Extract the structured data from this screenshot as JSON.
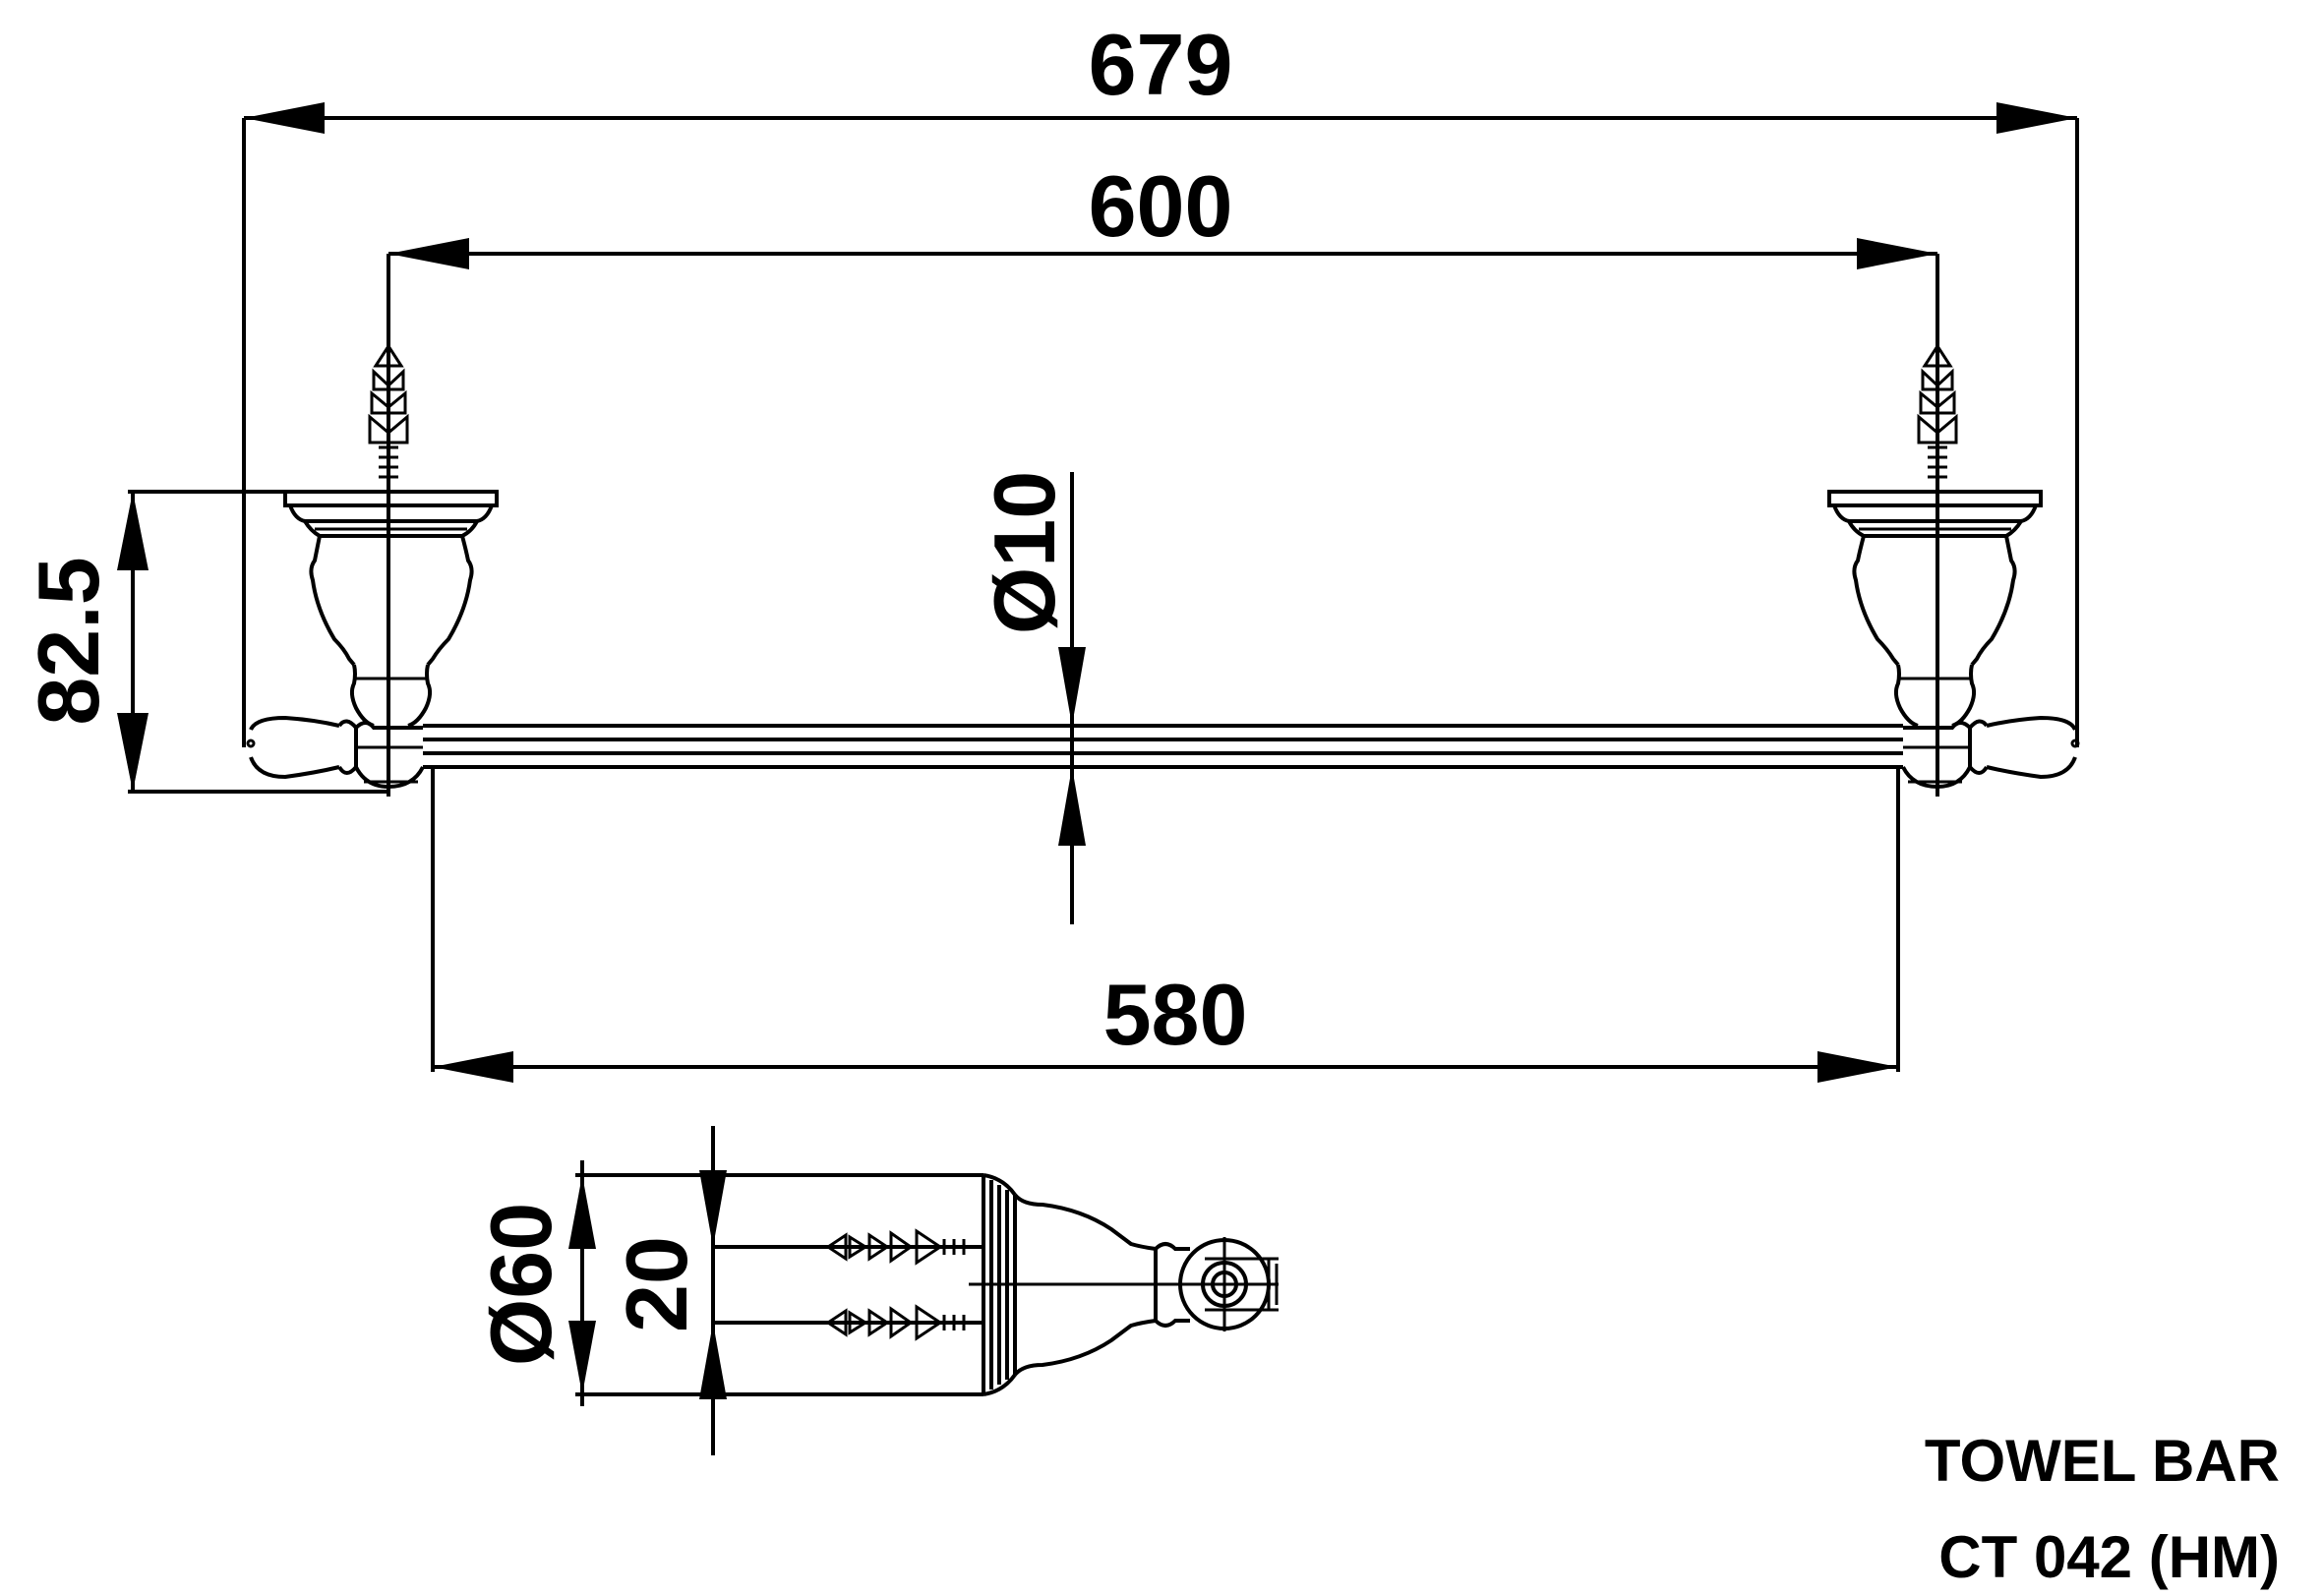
{
  "dimensions": {
    "overall_length": "679",
    "center_distance": "600",
    "bar_length": "580",
    "bar_diameter": "Ø10",
    "projection": "82.5",
    "base_diameter": "Ø60",
    "mount_spacing": "20"
  },
  "title_block": {
    "product": "TOWEL BAR",
    "model": "CT 042 (HM)"
  }
}
